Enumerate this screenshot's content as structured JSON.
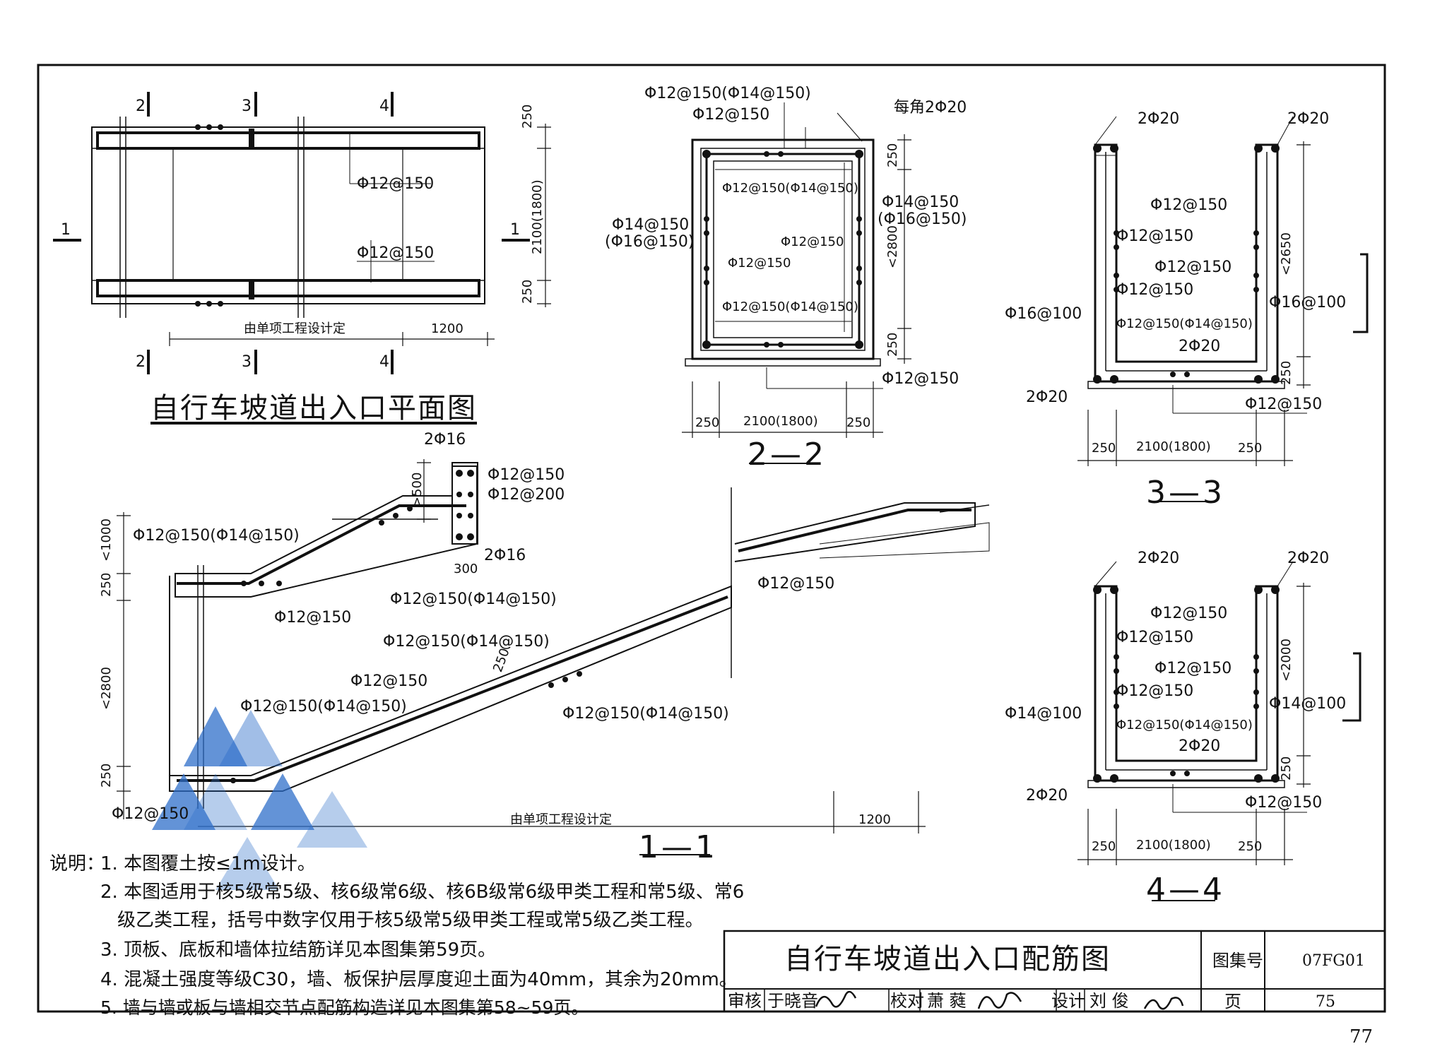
{
  "plan": {
    "title": "自行车坡道出入口平面图",
    "section_markers": [
      "1",
      "1",
      "2",
      "3",
      "4",
      "2",
      "3",
      "4"
    ],
    "rebar_top": "Φ12@150",
    "rebar_bottom": "Φ12@150",
    "dim_250_top": "250",
    "dim_width": "2100(1800)",
    "dim_250_bottom": "250",
    "dim_length": "由单项工程设计定",
    "dim_1200": "1200"
  },
  "section_2_2": {
    "title": "2—2",
    "labels": [
      "Φ12@150(Φ14@150)",
      "Φ12@150",
      "每角2Φ20",
      "Φ12@150(Φ14@150)",
      "Φ14@150",
      "(Φ16@150)",
      "Φ14@150",
      "(Φ16@150)",
      "Φ12@150",
      "Φ12@150",
      "Φ12@150(Φ14@150)",
      "Φ12@150"
    ],
    "dims": [
      "250",
      "<2800",
      "250",
      "250",
      "2100(1800)",
      "250"
    ]
  },
  "section_3_3": {
    "title": "3—3",
    "labels": [
      "2Φ20",
      "2Φ20",
      "Φ12@150",
      "Φ12@150",
      "Φ12@150",
      "Φ12@150",
      "Φ16@100",
      "Φ16@100",
      "Φ12@150(Φ14@150)",
      "2Φ20",
      "2Φ20",
      "Φ12@150"
    ],
    "dims": [
      "<2650",
      "250",
      "250",
      "2100(1800)",
      "250"
    ]
  },
  "section_4_4": {
    "title": "4—4",
    "labels": [
      "2Φ20",
      "2Φ20",
      "Φ12@150",
      "Φ12@150",
      "Φ12@150",
      "Φ12@150",
      "Φ14@100",
      "Φ14@100",
      "Φ12@150(Φ14@150)",
      "2Φ20",
      "2Φ20",
      "Φ12@150"
    ],
    "dims": [
      "<2000",
      "250",
      "250",
      "2100(1800)",
      "250"
    ]
  },
  "section_1_1": {
    "title": "1—1",
    "labels": [
      "2Φ16",
      "Φ12@150",
      "Φ12@200",
      "Φ12@150(Φ14@150)",
      "2Φ16",
      "300",
      "Φ12@150(Φ14@150)",
      "Φ12@150",
      "Φ12@150",
      "Φ12@150(Φ14@150)",
      "Φ12@150",
      "Φ12@150(Φ14@150)",
      "Φ12@150(Φ14@150)",
      "Φ12@150"
    ],
    "dims": [
      ">500",
      "<1000",
      "250",
      "<2800",
      "250",
      "250",
      "由单项工程设计定",
      "1200"
    ]
  },
  "notes": {
    "heading": "说明：",
    "items": [
      "1. 本图覆土按≤1m设计。",
      "2. 本图适用于核5级常5级、核6级常6级、核6B级常6级甲类工程和常5级、常6",
      "级乙类工程，括号中数字仅用于核5级常5级甲类工程或常5级乙类工程。",
      "3. 顶板、底板和墙体拉结筋详见本图集第59页。",
      "4. 混凝土强度等级C30，墙、板保护层厚度迎土面为40mm，其余为20mm。",
      "5. 墙与墙或板与墙相交节点配筋构造详见本图集第58~59页。"
    ]
  },
  "title_block": {
    "drawing_title": "自行车坡道出入口配筋图",
    "atlas_label": "图集号",
    "atlas_no": "07FG01",
    "reviewer_label": "审核",
    "reviewer": "于晓音",
    "checker_label": "校对",
    "checker": "萧 蕤",
    "designer_label": "设计",
    "designer": "刘 俊",
    "page_label": "页",
    "page_no": "75"
  },
  "sheet_number": "77"
}
